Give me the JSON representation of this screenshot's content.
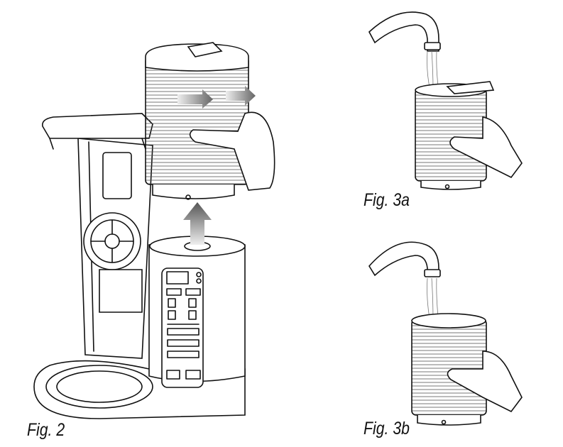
{
  "figures": [
    {
      "caption": "Fig. 2"
    },
    {
      "caption": "Fig. 3a"
    },
    {
      "caption": "Fig. 3b"
    }
  ],
  "colors": {
    "line": "#111111",
    "arrow": "#888888",
    "background": "#ffffff"
  }
}
